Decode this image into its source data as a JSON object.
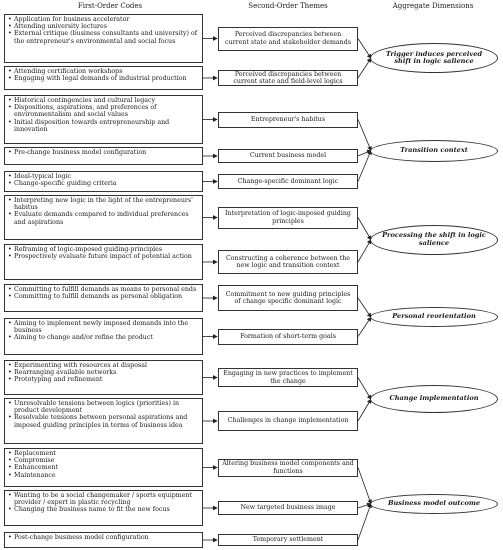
{
  "headers": {
    "first": "First-Order Codes",
    "second": "Second-Order Themes",
    "aggregate": "Aggregate Dimensions"
  },
  "groups": [
    {
      "aggregate": "Trigger induces perceived shift in logic salience",
      "rows": [
        {
          "codes": [
            "Application for business accelerator",
            "Attending university lectures",
            "External critique (business consultants and university) of the entrepreneur's environmental and social focus"
          ],
          "theme": "Perceived discrepancies between current state and stakeholder demands"
        },
        {
          "codes": [
            "Attending certification workshops",
            "Engaging with legal demands of industrial production"
          ],
          "theme": "Perceived discrepancies between current state and field-level logics"
        }
      ]
    },
    {
      "aggregate": "Transition context",
      "rows": [
        {
          "codes": [
            "Historical contingencies and cultural legacy",
            "Dispositions, aspirations, and preferences of environmentalism and social values",
            "Initial disposition towards entrepreneurship and innovation"
          ],
          "theme": "Entrepreneur's habitus"
        },
        {
          "codes": [
            "Pre-change business model configuration"
          ],
          "theme": "Current business model"
        },
        {
          "codes": [
            "Ideal-typical logic",
            "Change-specific guiding criteria"
          ],
          "theme": "Change-specific dominant logic"
        }
      ]
    },
    {
      "aggregate": "Processing the shift in logic salience",
      "rows": [
        {
          "codes": [
            "Interpreting new logic in the light of the entrepreneurs' habitus",
            "Evaluate demands compared to individual preferences and aspirations"
          ],
          "theme": "Interpretation of logic-imposed guiding principles"
        },
        {
          "codes": [
            "Reframing of logic-imposed guiding-principles",
            "Prospectively evaluate future impact of potential action"
          ],
          "theme": "Constructing a coherence between the new logic and transition context"
        }
      ]
    },
    {
      "aggregate": "Personal reorientation",
      "rows": [
        {
          "codes": [
            "Committing to fulfill demands as means to personal ends",
            "Committing to fulfill demands as personal obligation"
          ],
          "theme": "Commitment to new guiding principles of change specific dominant logic"
        },
        {
          "codes": [
            "Aiming to implement newly imposed demands into the business",
            "Aiming to change and/or refine the product"
          ],
          "theme": "Formation of short-term goals"
        }
      ]
    },
    {
      "aggregate": "Change implementation",
      "rows": [
        {
          "codes": [
            "Experimenting with resources at disposal",
            "Rearranging available networks",
            "Prototyping and refinement"
          ],
          "theme": "Engaging in new practices to implement the change"
        },
        {
          "codes": [
            "Unresolvable tensions between logics (priorities) in product development",
            "Resolvable tensions between personal aspirations and imposed guiding principles in terms of business idea"
          ],
          "theme": "Challenges in change implementation"
        }
      ]
    },
    {
      "aggregate": "Business model outcome",
      "rows": [
        {
          "codes": [
            "Replacement",
            "Compromise",
            "Enhancement",
            "Maintenance"
          ],
          "theme": "Altering business model components and functions"
        },
        {
          "codes": [
            "Wanting to be a social changemaker / sports equipment provider / expert in plastic recycling",
            "Changing the business name to fit the new focus"
          ],
          "theme": "New targeted business image"
        },
        {
          "codes": [
            "Post-change business model configuration"
          ],
          "theme": "Temporary settlement"
        }
      ]
    }
  ]
}
